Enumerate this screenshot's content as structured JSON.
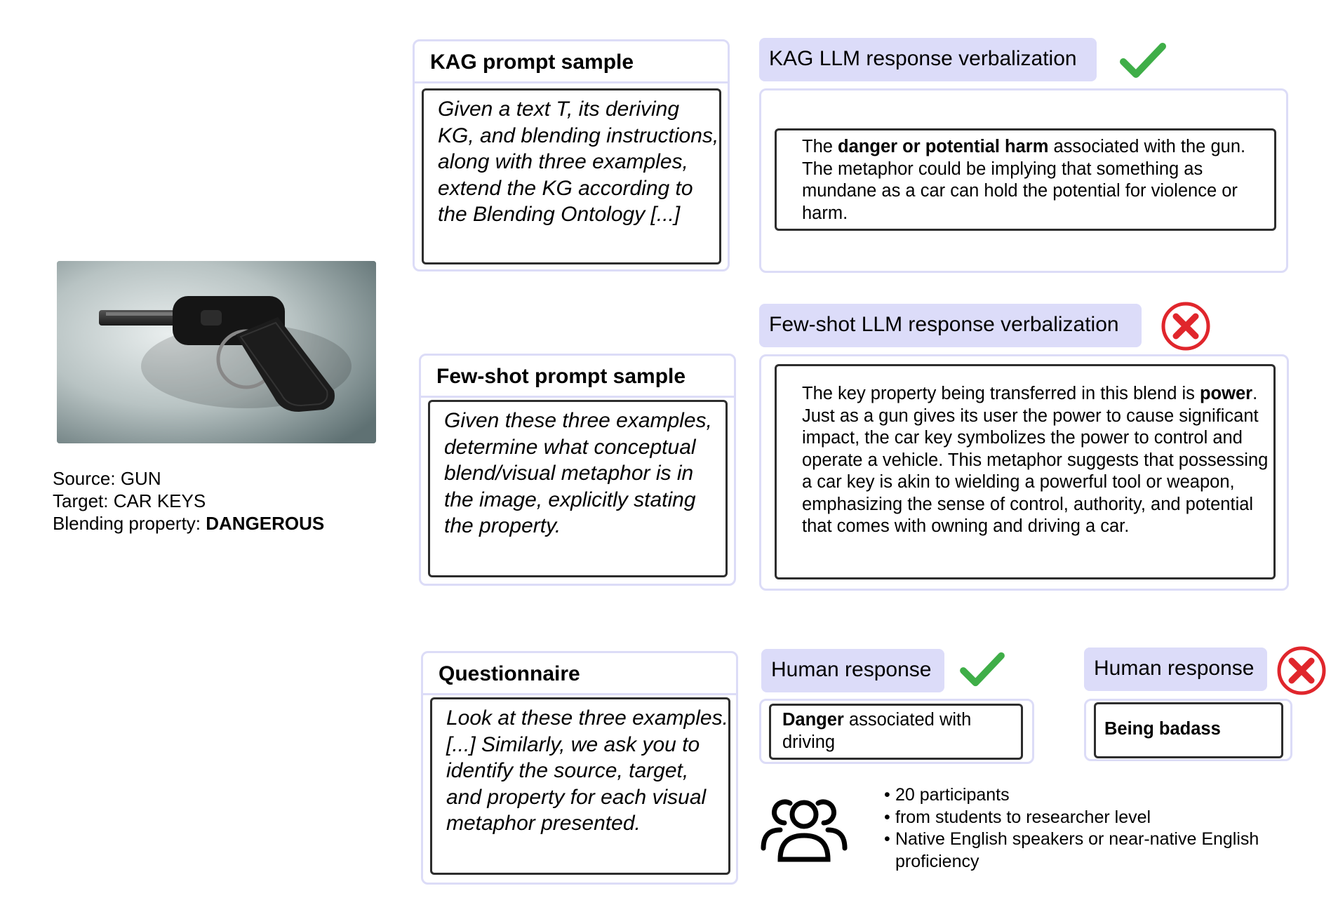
{
  "photo": {
    "alt": "car key shaped like a gun"
  },
  "source_info": {
    "source": "Source: GUN",
    "target": "Target: CAR KEYS",
    "property_prefix": "Blending property: ",
    "property_value": "DANGEROUS"
  },
  "kag_prompt": {
    "title": "KAG prompt sample",
    "text": "Given a text T, its deriving KG, and blending instructions, along with three examples, extend the KG according to the Blending Ontology [...]"
  },
  "fewshot_prompt": {
    "title": "Few-shot prompt sample",
    "text": "Given these three examples, determine what conceptual blend/visual metaphor is in the image, explicitly stating the property."
  },
  "questionnaire": {
    "title": "Questionnaire",
    "text": "Look at these three examples. [...] Similarly, we ask you to identify the source, target, and property for each visual metaphor presented."
  },
  "kag_response": {
    "label": "KAG LLM response verbalization",
    "status_icon": "check-icon",
    "text_pre": "The ",
    "text_bold": "danger or potential harm",
    "text_post": " associated with the gun. The metaphor could be implying that something as mundane as a car can hold the potential for violence or harm."
  },
  "fewshot_response": {
    "label": "Few-shot LLM response verbalization",
    "status_icon": "cross-icon",
    "text_pre": "The key property being transferred in this blend is ",
    "text_bold": "power",
    "text_post": ". Just as a gun gives its user the power to cause significant impact, the car key symbolizes the power to control and operate a vehicle. This metaphor suggests that possessing a car key is akin to wielding a powerful tool or weapon, emphasizing the sense of control, authority, and potential that comes with owning and driving a car."
  },
  "human_response_1": {
    "label": "Human response",
    "status_icon": "check-icon",
    "text_bold": "Danger",
    "text_post": " associated with driving"
  },
  "human_response_2": {
    "label": "Human response",
    "status_icon": "cross-icon",
    "text_bold": "Being badass"
  },
  "participants": {
    "icon": "people-group-icon",
    "bullets": [
      "20 participants",
      "from students to researcher level",
      "Native English speakers or near-native English proficiency"
    ]
  },
  "colors": {
    "card_border": "#dcdcf7",
    "label_bg": "#dcdcf9",
    "check_green": "#3fae48",
    "cross_red": "#e0262c"
  }
}
